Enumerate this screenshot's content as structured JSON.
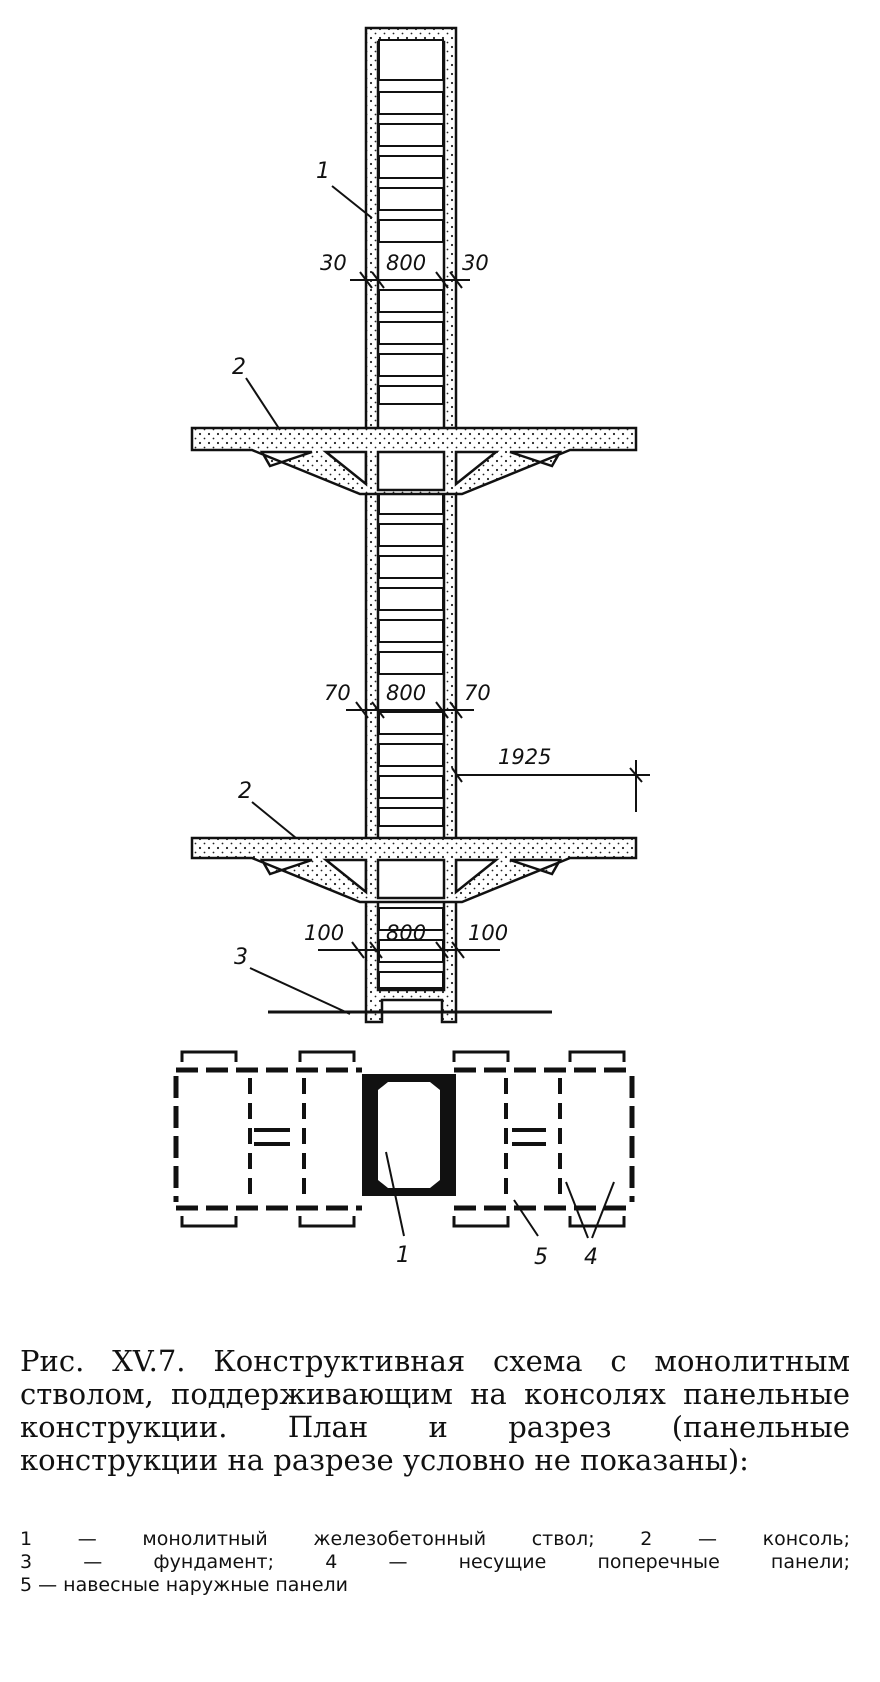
{
  "labels": {
    "shaft": "1",
    "console_upper": "2",
    "console_lower": "2",
    "foundation": "3",
    "plan_shaft": "1",
    "plan_outer_panel": "5",
    "plan_cross_panel": "4"
  },
  "dimensions": {
    "upper": {
      "left": "30",
      "mid": "800",
      "right": "30"
    },
    "middle": {
      "left": "70",
      "mid": "800",
      "right": "70"
    },
    "lower": {
      "left": "100",
      "mid": "800",
      "right": "100"
    },
    "console_reach": "1925"
  },
  "caption": {
    "figure_label": "Рис. XV.7.",
    "text": "Конструктивная схема с монолитным стволом, поддерживающим на консолях панельные конструкции. План и разрез (панельные конструкции на разрезе условно не показаны):"
  },
  "legend": [
    "1 — монолитный железобетонный ствол; 2 — консоль;",
    "3 — фундамент; 4 — несущие поперечные панели;",
    "5 — навесные наружные панели"
  ],
  "colors": {
    "ink": "#111111",
    "paper": "#ffffff"
  }
}
